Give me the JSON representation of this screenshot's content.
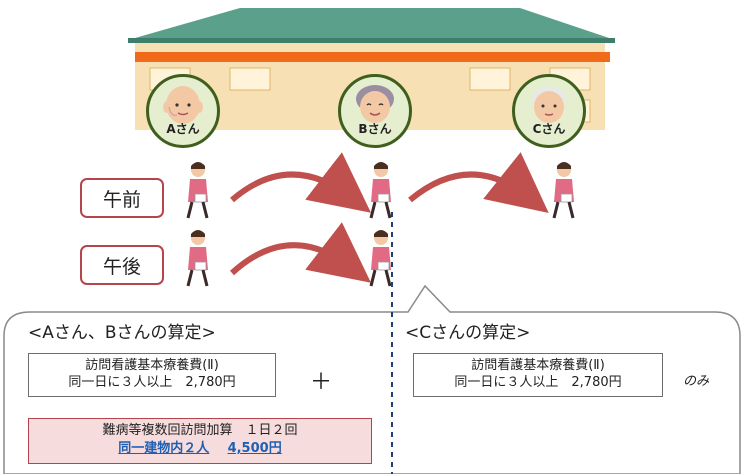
{
  "residents": [
    {
      "label": "Aさん"
    },
    {
      "label": "Bさん"
    },
    {
      "label": "Cさん"
    }
  ],
  "periods": {
    "morning": "午前",
    "afternoon": "午後"
  },
  "calc_ab": {
    "title": "<Aさん、Bさんの算定>",
    "basic_fee_line1": "訪問看護基本療養費(Ⅱ)",
    "basic_fee_line2": "同一日に３人以上　2,780円",
    "plus": "＋",
    "addition_line1": "難病等複数回訪問加算　１日２回",
    "addition_part1": "同一建物内２人",
    "addition_part2": "4,500円"
  },
  "calc_c": {
    "title": "<Cさんの算定>",
    "basic_fee_line1": "訪問看護基本療養費(Ⅱ)",
    "basic_fee_line2": "同一日に３人以上　2,780円",
    "only": "のみ"
  },
  "colors": {
    "roof": "#5aa08a",
    "wall": "#f7e0b4",
    "band": "#f06a1a",
    "circle_fill": "#e5efcf",
    "circle_border": "#3f5f1e",
    "arrow": "#c0504d",
    "period_border": "#b5454a",
    "accent_blue": "#1f5fb3",
    "divider": "#1f3d7a"
  }
}
